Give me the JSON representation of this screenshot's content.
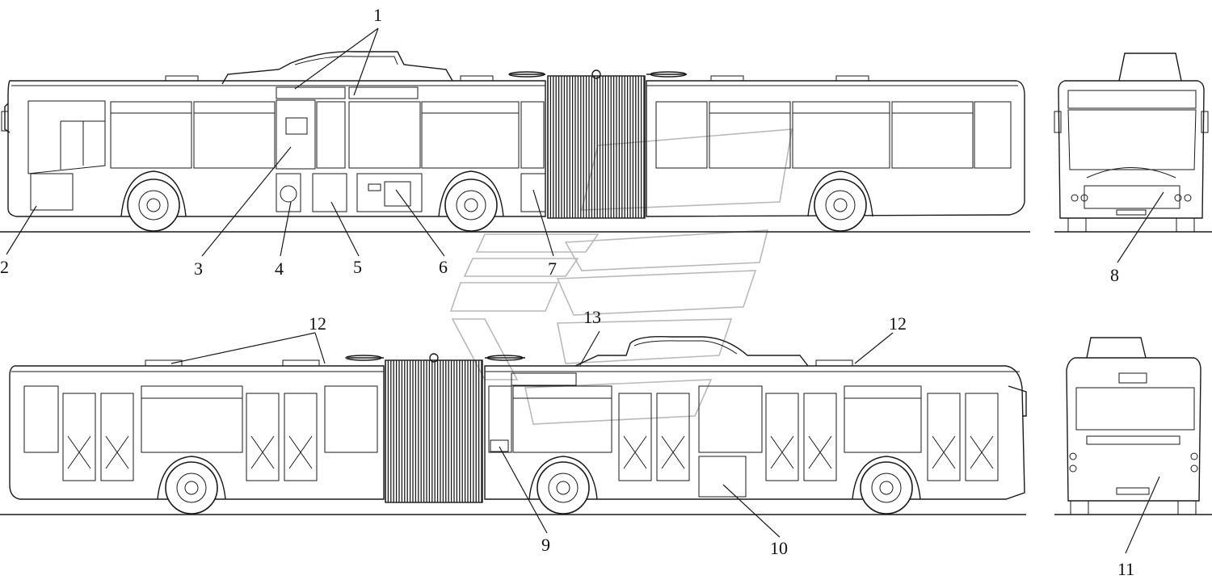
{
  "figure": {
    "views": [
      "side-right",
      "front",
      "side-left",
      "rear"
    ],
    "callouts": [
      {
        "id": "c1",
        "text": "1"
      },
      {
        "id": "c2",
        "text": "2"
      },
      {
        "id": "c3",
        "text": "3"
      },
      {
        "id": "c4",
        "text": "4"
      },
      {
        "id": "c5",
        "text": "5"
      },
      {
        "id": "c6",
        "text": "6"
      },
      {
        "id": "c7",
        "text": "7"
      },
      {
        "id": "c8",
        "text": "8"
      },
      {
        "id": "c9",
        "text": "9"
      },
      {
        "id": "c10",
        "text": "10"
      },
      {
        "id": "c11",
        "text": "11"
      },
      {
        "id": "c12a",
        "text": "12"
      },
      {
        "id": "c12b",
        "text": "12"
      },
      {
        "id": "c13",
        "text": "13"
      }
    ]
  },
  "colors": {
    "line": "#1a1a1a",
    "watermark": "#b9b9b9",
    "background": "#ffffff"
  }
}
